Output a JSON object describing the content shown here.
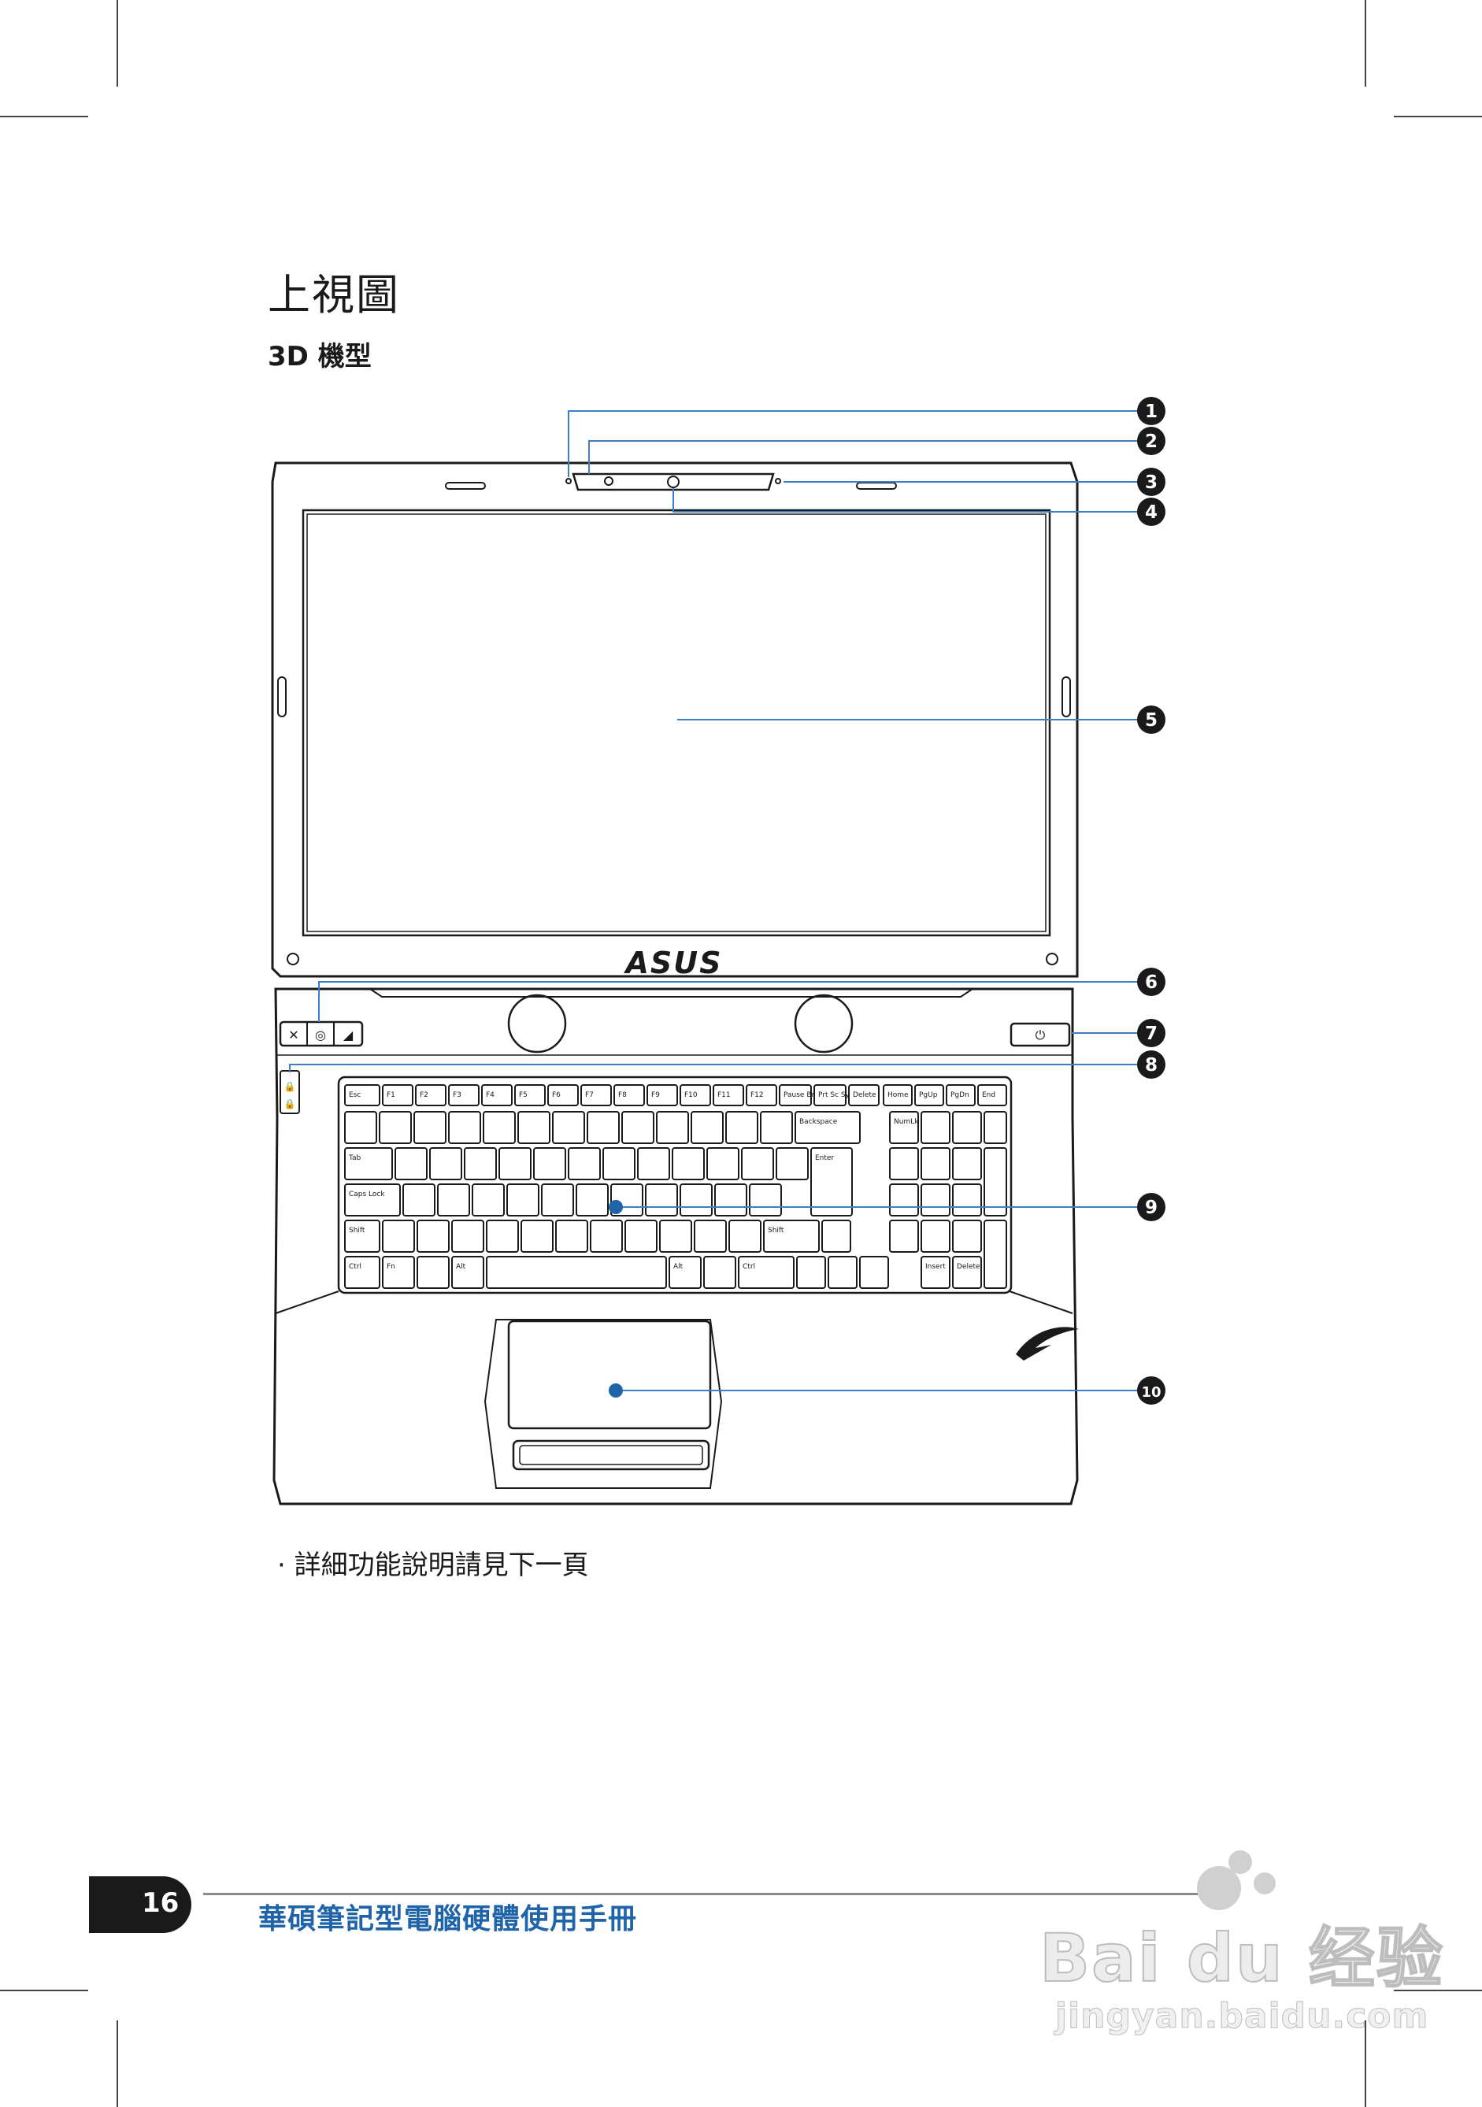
{
  "page": {
    "title": "上視圖",
    "subtitle": "3D 機型",
    "note": "· 詳細功能說明請見下一頁",
    "page_number": "16",
    "footer_title": "華碩筆記型電腦硬體使用手冊"
  },
  "callouts": [
    "1",
    "2",
    "3",
    "4",
    "5",
    "6",
    "7",
    "8",
    "9",
    "10"
  ],
  "laptop": {
    "brand_logo": "ASUS",
    "keyboard_labels": [
      "Esc",
      "F1",
      "F2",
      "F3",
      "F4",
      "F5",
      "F6",
      "F7",
      "F8",
      "F9",
      "F10",
      "F11",
      "F12",
      "Pause Break",
      "Prt Sc SysRq",
      "Delete",
      "Home",
      "PgUp",
      "PgDn",
      "End",
      "Backspace",
      "NumLk",
      "Tab",
      "Enter",
      "Caps Lock",
      "Shift",
      "Ctrl",
      "Fn",
      "Alt",
      "Insert"
    ]
  },
  "watermark": {
    "brand": "Bai du 经验",
    "url": "jingyan.baidu.com"
  },
  "colors": {
    "accent": "#1f63a8",
    "callout": "#1a1a1a",
    "leader": "#3b7fc4"
  }
}
